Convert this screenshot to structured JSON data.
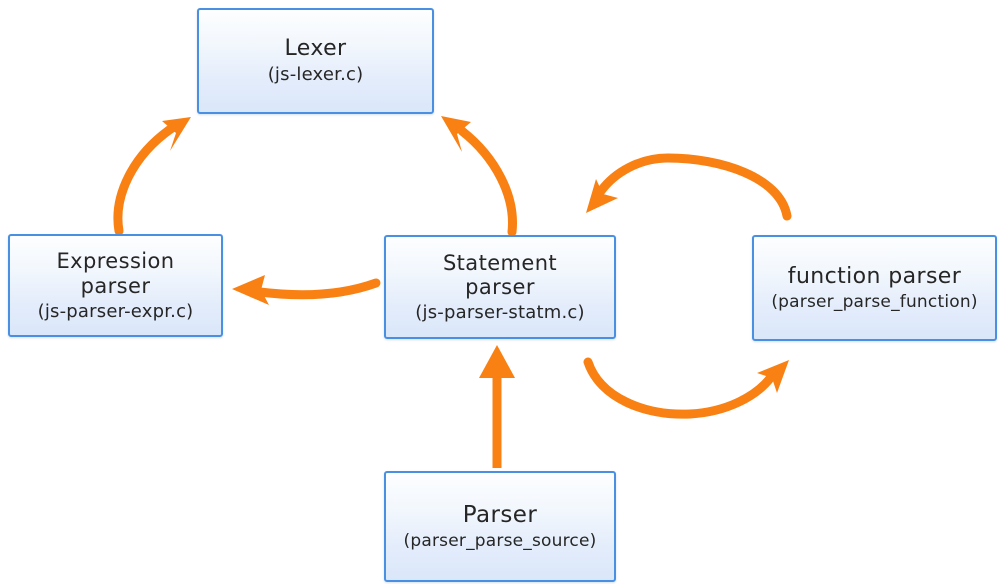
{
  "diagram": {
    "type": "flow-diagram",
    "background_color": "#ffffff",
    "node_border_color": "#4a90e2",
    "node_fill_top_color": "#fdfeff",
    "node_fill_bottom_color": "#dae7fa",
    "arrow_color": "#f98012",
    "nodes": [
      {
        "id": "lexer",
        "title": "Lexer",
        "subtitle": "(js-lexer.c)"
      },
      {
        "id": "expression",
        "title": "Expression\nparser",
        "subtitle": "(js-parser-expr.c)"
      },
      {
        "id": "statement",
        "title": "Statement\nparser",
        "subtitle": "(js-parser-statm.c)"
      },
      {
        "id": "function",
        "title": "function parser",
        "subtitle": "(parser_parse_function)"
      },
      {
        "id": "parser",
        "title": "Parser",
        "subtitle": "(parser_parse_source)"
      }
    ],
    "edges": [
      {
        "id": "expression-to-lexer",
        "from": "expression",
        "to": "lexer",
        "shape": "curved",
        "direction": "up"
      },
      {
        "id": "statement-to-lexer",
        "from": "statement",
        "to": "lexer",
        "shape": "curved",
        "direction": "up-left"
      },
      {
        "id": "statement-to-expression",
        "from": "statement",
        "to": "expression",
        "shape": "near-straight",
        "direction": "left"
      },
      {
        "id": "function-to-statement",
        "from": "function",
        "to": "statement",
        "shape": "arc-over",
        "direction": "left"
      },
      {
        "id": "statement-to-function",
        "from": "statement",
        "to": "function",
        "shape": "arc-under",
        "direction": "right"
      },
      {
        "id": "parser-to-statement",
        "from": "parser",
        "to": "statement",
        "shape": "straight",
        "direction": "up"
      }
    ]
  }
}
